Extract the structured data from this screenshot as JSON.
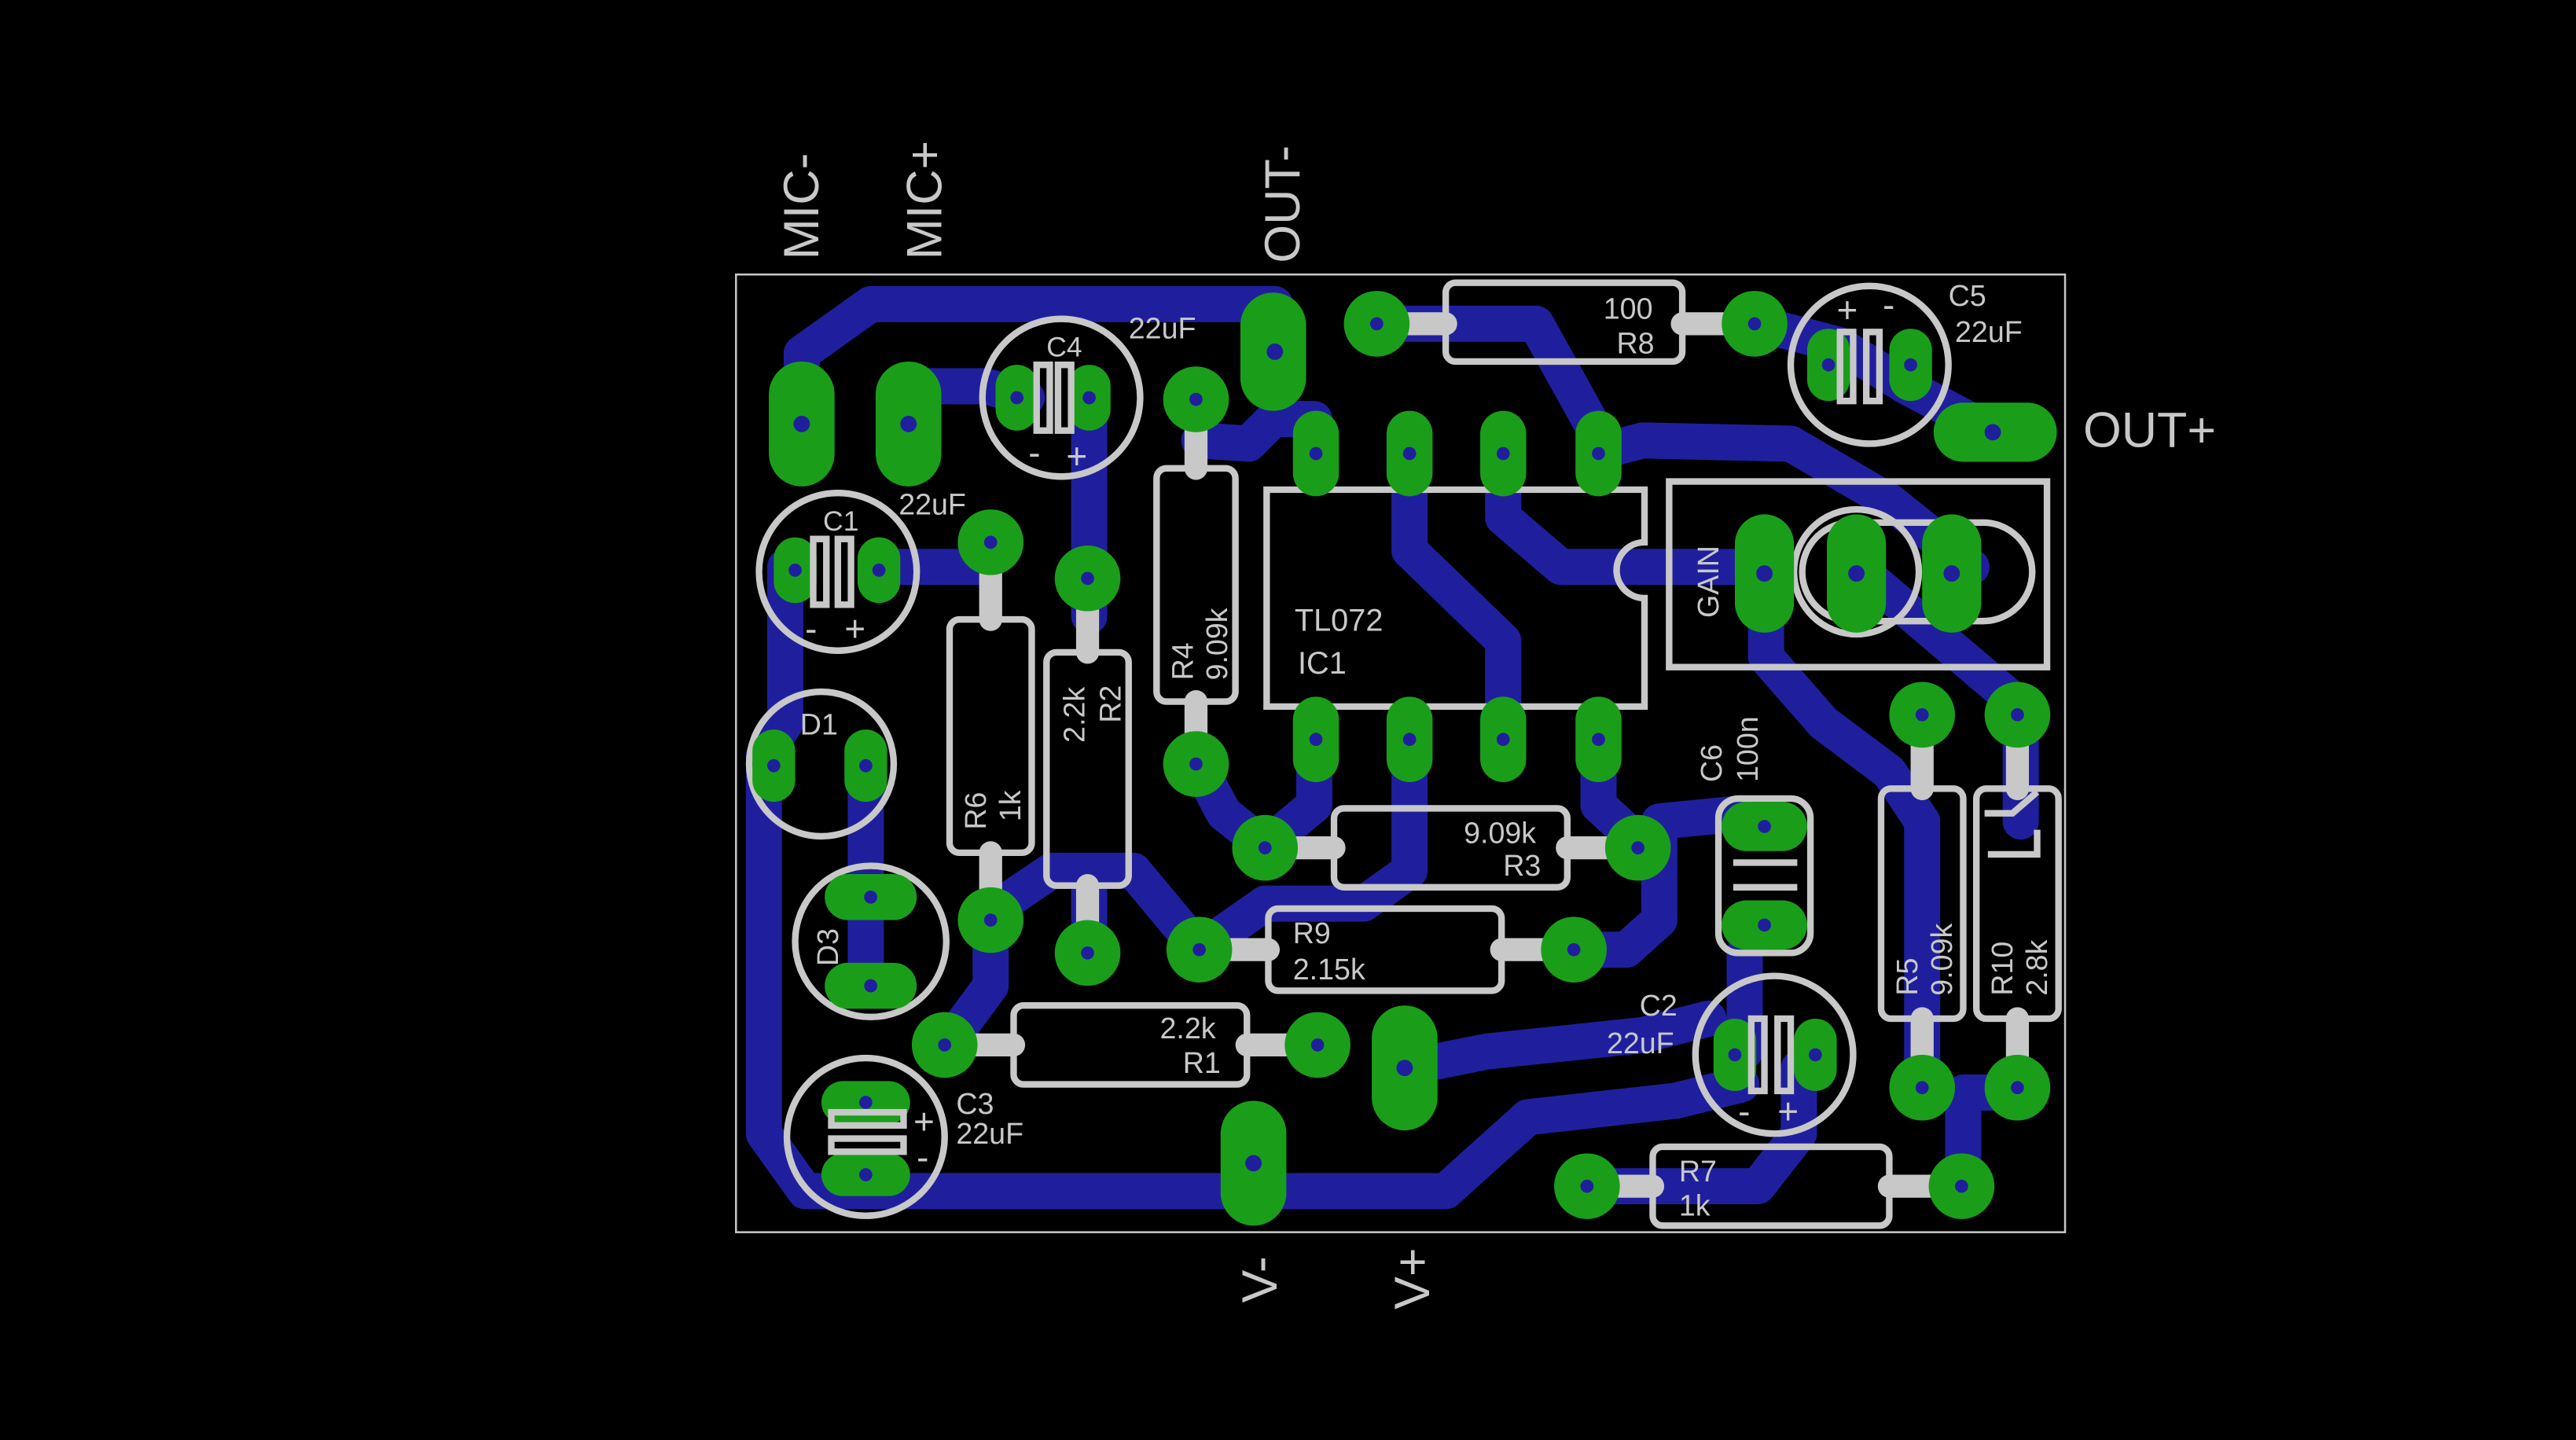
{
  "board": {
    "connector_labels": {
      "mic_minus": "MIC-",
      "mic_plus": "MIC+",
      "out_minus": "OUT-",
      "out_plus": "OUT+",
      "v_minus": "V-",
      "v_plus": "V+"
    },
    "components": {
      "ic1": {
        "value": "TL072",
        "ref": "IC1"
      },
      "c1": {
        "ref": "C1",
        "value": "22uF"
      },
      "c2": {
        "ref": "C2",
        "value": "22uF"
      },
      "c3": {
        "ref": "C3",
        "value": "22uF"
      },
      "c4": {
        "ref": "C4",
        "value": "22uF"
      },
      "c5": {
        "ref": "C5",
        "value": "22uF"
      },
      "c6": {
        "ref": "C6",
        "value": "100n"
      },
      "r1": {
        "ref": "R1",
        "value": "2.2k"
      },
      "r2": {
        "ref": "R2",
        "value": "2.2k"
      },
      "r3": {
        "ref": "R3",
        "value": "9.09k"
      },
      "r4": {
        "ref": "R4",
        "value": "9.09k"
      },
      "r5": {
        "ref": "R5",
        "value": "9.09k"
      },
      "r6": {
        "ref": "R6",
        "value": "1k"
      },
      "r7": {
        "ref": "R7",
        "value": "1k"
      },
      "r8": {
        "ref": "R8",
        "value": "100"
      },
      "r9": {
        "ref": "R9",
        "value": "2.15k"
      },
      "r10": {
        "ref": "R10",
        "value": "2.8k"
      },
      "d1": {
        "ref": "D1"
      },
      "d3": {
        "ref": "D3"
      },
      "pot": {
        "label": "GAIN"
      }
    },
    "polarity": {
      "plus": "+",
      "minus": "-"
    },
    "colors": {
      "background": "#000000",
      "copper_bottom": "#1f1f9e",
      "pad": "#1a9e1a",
      "silkscreen": "#c8c8c8"
    }
  }
}
